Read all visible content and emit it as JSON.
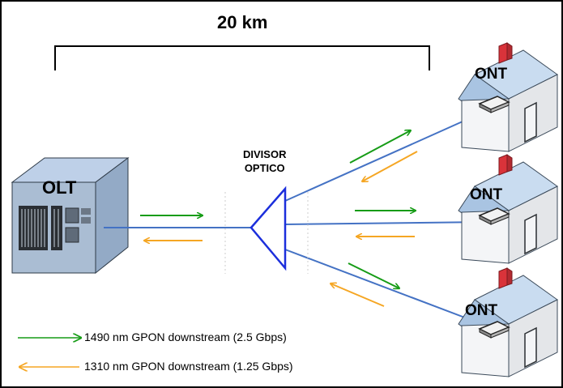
{
  "distance_label": "20 km",
  "olt": {
    "label": "OLT"
  },
  "splitter": {
    "line1": "DIVISOR",
    "line2": "OPTICO"
  },
  "onts": [
    {
      "label": "ONT"
    },
    {
      "label": "ONT"
    },
    {
      "label": "ONT"
    }
  ],
  "legend": [
    {
      "text": "1490 nm GPON downstream (2.5 Gbps)",
      "color": "#169c16"
    },
    {
      "text": "1310 nm GPON downstream (1.25 Gbps)",
      "color": "#f5a623"
    }
  ],
  "colors": {
    "fiber": "#4472c4",
    "splitter": "#1c2fdc",
    "downstream": "#169c16",
    "upstream": "#f5a623",
    "roof": "#c9dcf0",
    "wall": "#eef0f3"
  }
}
